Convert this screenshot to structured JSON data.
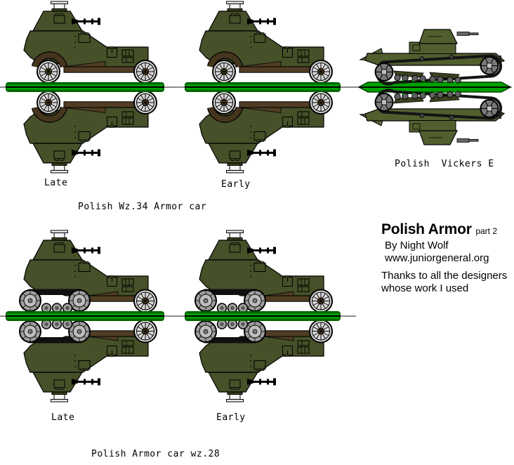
{
  "sheet": {
    "background": "#ffffff",
    "description_visible_rows": 2
  },
  "colors": {
    "base_strip_bright_green": "#00a000",
    "base_strip_dark_green": "#006400",
    "car_body_olive": "#465029",
    "tank_body_olive": "#515f2f",
    "tank_fin_light_olive": "#5f6e3d",
    "chassis_brown": "#503d24",
    "fender_brown": "#46351e",
    "wheel_rim_gray": "#d9d9d9",
    "track_wheel_gray": "#9e9e9e",
    "line_black": "#000000"
  },
  "title_block": {
    "title": "Polish Armor",
    "title_suffix": "part 2",
    "byline": "By Night Wolf",
    "website": "www.juniorgeneral.org",
    "credit_line1": "Thanks to all the designers",
    "credit_line2": "whose work I used"
  },
  "units": {
    "wz34": {
      "caption": "Polish Wz.34 Armor car",
      "variant_left": "Late",
      "variant_right": "Early"
    },
    "vickers": {
      "caption": "Polish  Vickers E"
    },
    "wz28": {
      "caption": "Polish Armor car wz.28",
      "variant_left": "Late",
      "variant_right": "Early"
    }
  }
}
